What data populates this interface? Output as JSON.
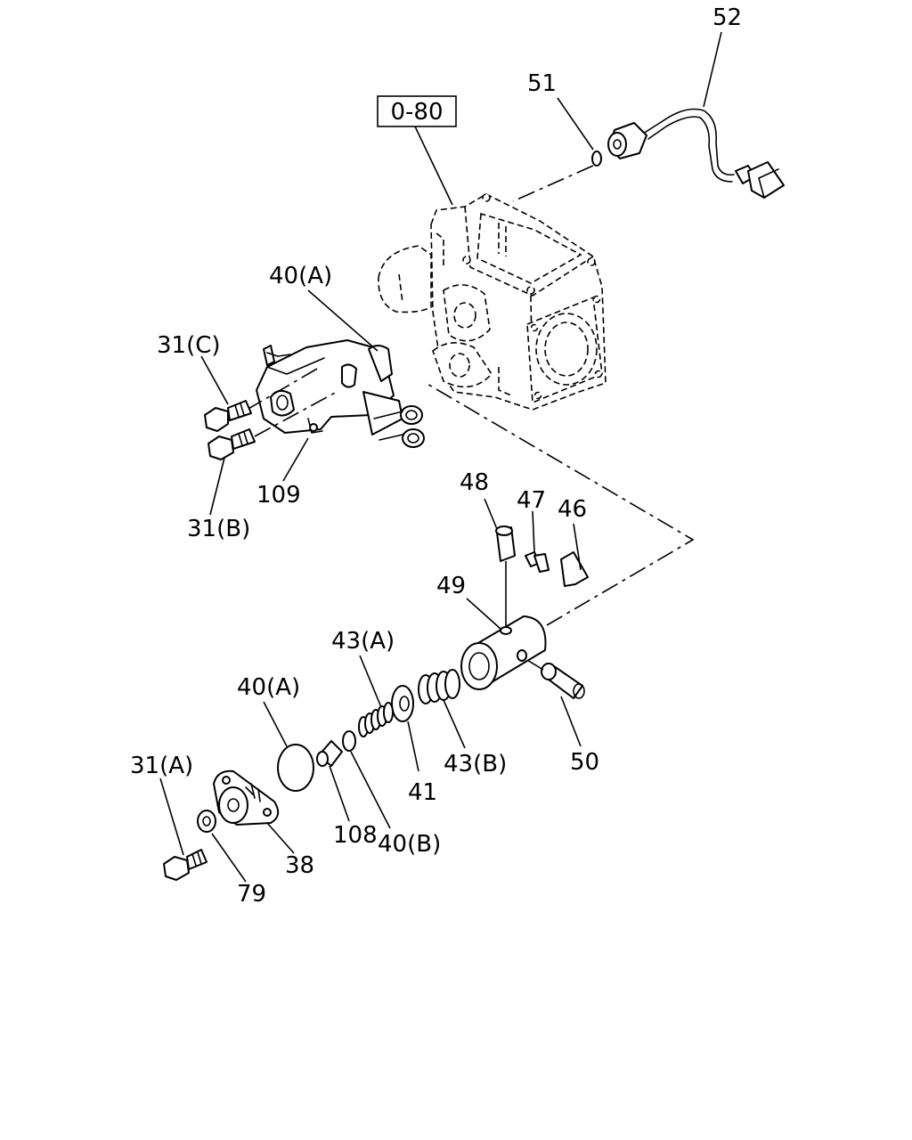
{
  "reference_box": "0-80",
  "labels": {
    "p52": "52",
    "p51": "51",
    "p40A_top": "40(A)",
    "p31C": "31(C)",
    "p109": "109",
    "p31B": "31(B)",
    "p48": "48",
    "p47": "47",
    "p46": "46",
    "p49": "49",
    "p43A": "43(A)",
    "p40A_low": "40(A)",
    "p31A": "31(A)",
    "p43B": "43(B)",
    "p50": "50",
    "p41": "41",
    "p108": "108",
    "p40B": "40(B)",
    "p38": "38",
    "p79": "79"
  }
}
